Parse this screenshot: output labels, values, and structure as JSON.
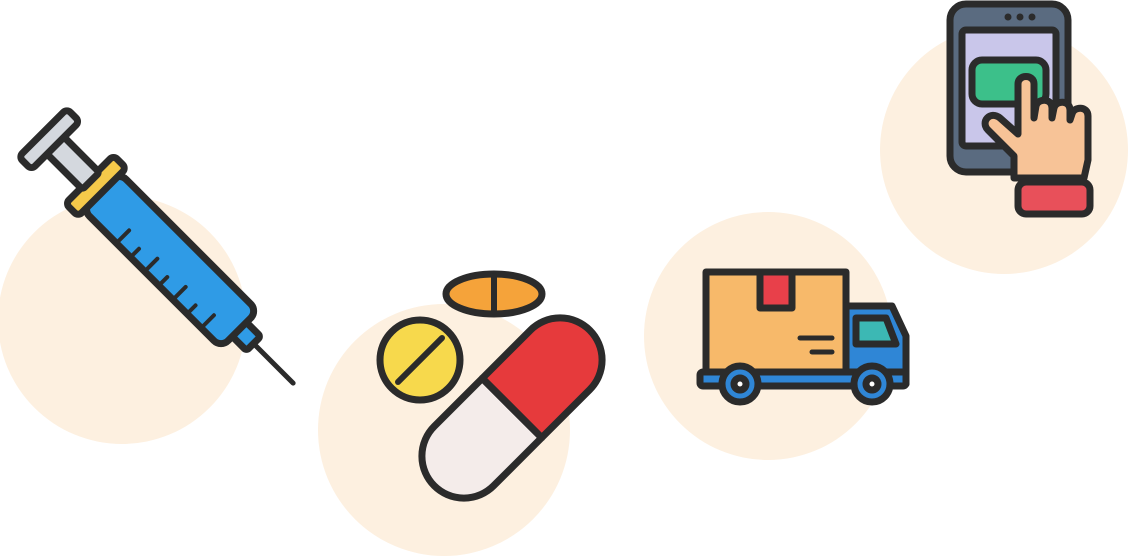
{
  "illustrations": [
    {
      "id": "syringe",
      "icon": "syringe-icon"
    },
    {
      "id": "pills",
      "icon": "pills-icon"
    },
    {
      "id": "delivery",
      "icon": "delivery-truck-icon"
    },
    {
      "id": "order",
      "icon": "mobile-order-icon"
    }
  ],
  "colors": {
    "circle_bg": "#fdf0e0",
    "outline": "#2b2b2b",
    "syringe_blue": "#2f9be6",
    "syringe_yellow": "#f5c94a",
    "syringe_gray": "#d4d8de",
    "pill_orange": "#f5a33a",
    "pill_yellow": "#f7d94c",
    "capsule_red": "#e63a3c",
    "capsule_white": "#f4ecea",
    "box_tan": "#f7b96a",
    "box_tape": "#e8404a",
    "truck_blue": "#2f86d6",
    "truck_window": "#3cb8b4",
    "phone_frame": "#5a6b80",
    "phone_screen": "#c9c6ea",
    "phone_button": "#3cc08a",
    "hand_skin": "#f7c397",
    "cuff_red": "#e8505a"
  }
}
